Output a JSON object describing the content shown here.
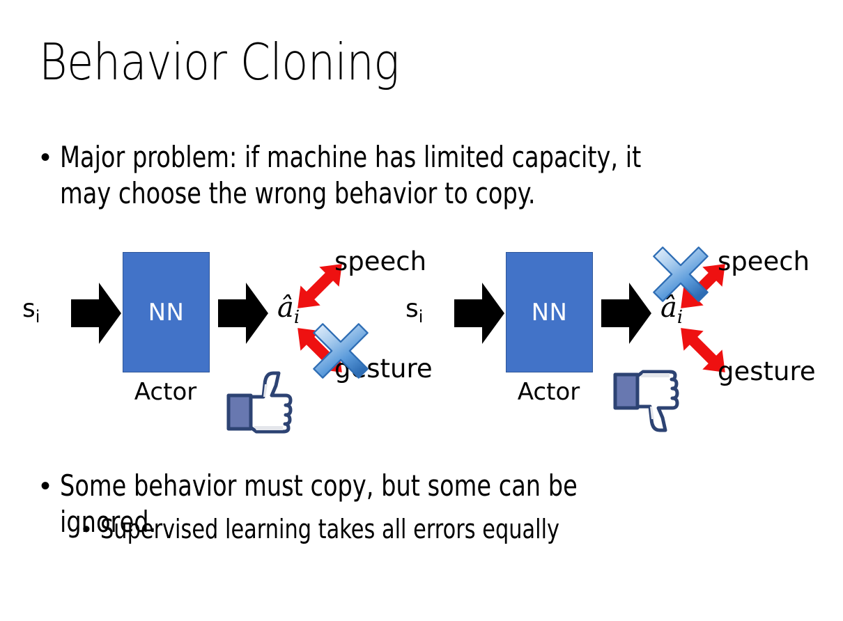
{
  "slide": {
    "title": "Behavior Cloning",
    "background_color": "#FFFFFF",
    "bullets": [
      {
        "level": 1,
        "marker": "•",
        "text": "Major problem: if machine has limited capacity, it may choose the wrong behavior to copy."
      },
      {
        "level": 1,
        "marker": "•",
        "text": "Some behavior must copy, but some can be ignored."
      },
      {
        "level": 2,
        "marker": "•",
        "text": "Supervised learning takes all errors equally"
      }
    ]
  },
  "colors": {
    "nn_box_fill": "#4273C8",
    "nn_box_border": "#2E5699",
    "arrow_black": "#000000",
    "arrow_red": "#EE1111",
    "cross_blue_light": "#CFE2F6",
    "cross_blue_mid": "#6AA6E0",
    "cross_blue_dark": "#2E6DB4",
    "thumb_outline": "#3B5998",
    "thumb_cuff": "#6878B0",
    "thumb_shade": "#E4E6EB",
    "text_black": "#000000"
  },
  "diagrams": [
    {
      "id": "left",
      "state_label": "s",
      "state_subscript": "i",
      "network_label": "NN",
      "network_caption": "Actor",
      "action_label": "â",
      "action_subscript": "i",
      "outputs": [
        {
          "name": "speech",
          "direction": "up-right",
          "crossed_out": false
        },
        {
          "name": "gesture",
          "direction": "down-right",
          "crossed_out": true
        }
      ],
      "verdict_icon": "thumbs-up-icon",
      "verdict": "good"
    },
    {
      "id": "right",
      "state_label": "s",
      "state_subscript": "i",
      "network_label": "NN",
      "network_caption": "Actor",
      "action_label": "â",
      "action_subscript": "i",
      "outputs": [
        {
          "name": "speech",
          "direction": "up-right",
          "crossed_out": true
        },
        {
          "name": "gesture",
          "direction": "down-right",
          "crossed_out": false
        }
      ],
      "verdict_icon": "thumbs-down-icon",
      "verdict": "bad"
    }
  ]
}
